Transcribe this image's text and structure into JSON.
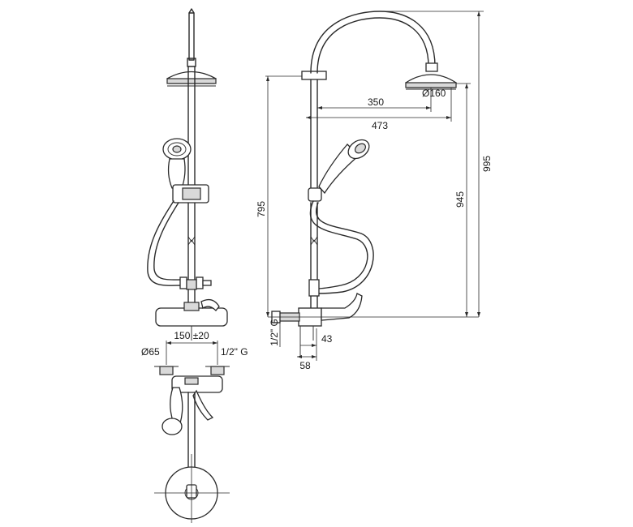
{
  "labels": {
    "d350": "350",
    "d473": "473",
    "d160": "Ø160",
    "d795": "795",
    "d945": "945",
    "d995": "995",
    "d43": "43",
    "d58": "58",
    "thread_side": "1/2\" G",
    "d150": "150 ±20",
    "d65": "Ø65",
    "thread_front": "1/2\" G"
  }
}
